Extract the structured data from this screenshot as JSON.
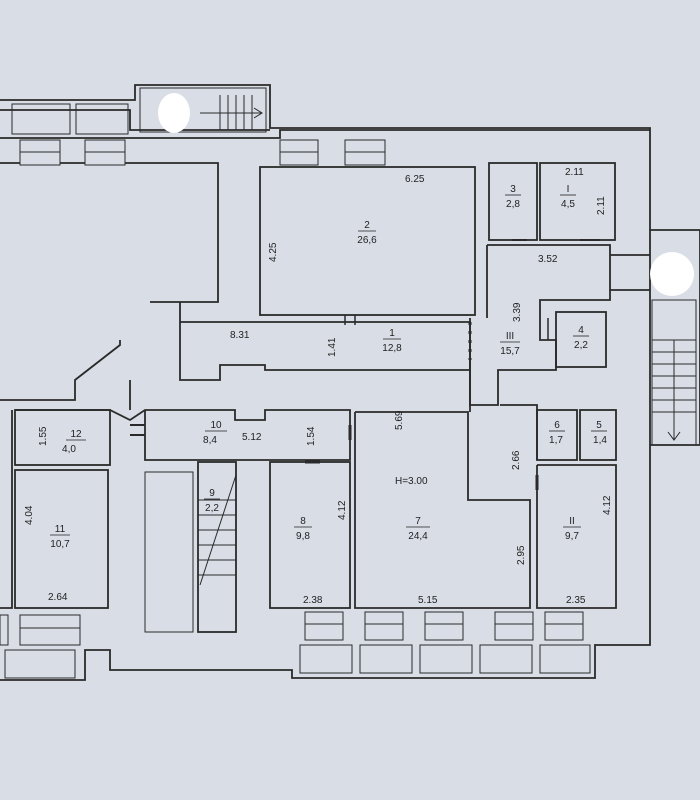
{
  "rooms": [
    {
      "id": "room-2",
      "num": "2",
      "area": "26,6"
    },
    {
      "id": "room-3",
      "num": "3",
      "area": "2,8"
    },
    {
      "id": "room-I",
      "num": "I",
      "area": "4,5"
    },
    {
      "id": "room-1",
      "num": "1",
      "area": "12,8"
    },
    {
      "id": "room-III",
      "num": "III",
      "area": "15,7"
    },
    {
      "id": "room-4",
      "num": "4",
      "area": "2,2"
    },
    {
      "id": "room-12",
      "num": "12",
      "area": "4,0"
    },
    {
      "id": "room-10",
      "num": "10",
      "area": "8,4"
    },
    {
      "id": "room-6",
      "num": "6",
      "area": "1,7"
    },
    {
      "id": "room-5",
      "num": "5",
      "area": "1,4"
    },
    {
      "id": "room-11",
      "num": "11",
      "area": "10,7"
    },
    {
      "id": "room-9",
      "num": "9",
      "area": "2,2"
    },
    {
      "id": "room-8",
      "num": "8",
      "area": "9,8"
    },
    {
      "id": "room-7",
      "num": "7",
      "area": "24,4"
    },
    {
      "id": "room-II",
      "num": "II",
      "area": "9,7"
    }
  ],
  "dimensions": {
    "d_625": "6.25",
    "d_425": "4.25",
    "d_211a": "2.11",
    "d_211b": "2.11",
    "d_352": "3.52",
    "d_339": "3.39",
    "d_831": "8.31",
    "d_141": "1.41",
    "d_155": "1.55",
    "d_512": "5.12",
    "d_154": "1.54",
    "d_569": "5.69",
    "d_266": "2.66",
    "d_404": "4.04",
    "d_412a": "4.12",
    "d_412b": "4.12",
    "d_295": "2.95",
    "d_264": "2.64",
    "d_238": "2.38",
    "d_515": "5.15",
    "d_235": "2.35"
  },
  "height_label": "H=3.00"
}
